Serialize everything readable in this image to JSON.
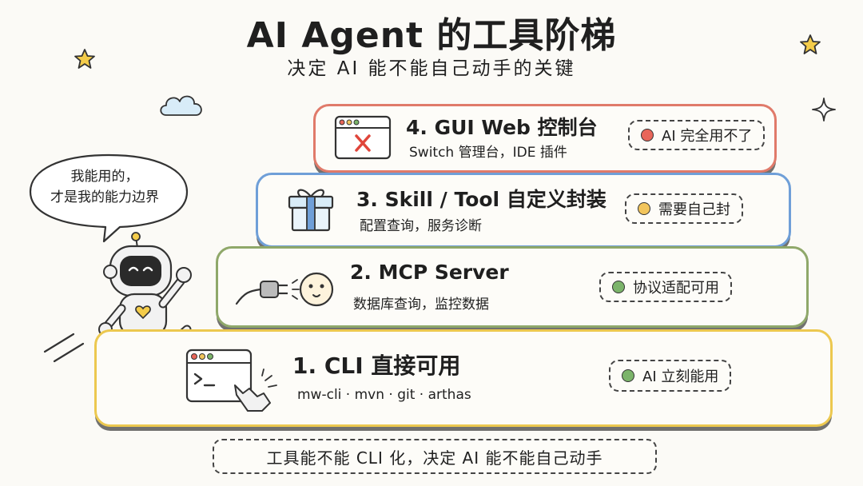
{
  "header": {
    "title": "AI Agent 的工具阶梯",
    "subtitle": "决定 AI 能不能自己动手的关键"
  },
  "bubble": {
    "line1": "我能用的，",
    "line2": "才是我的能力边界"
  },
  "steps": [
    {
      "title": "4. GUI Web 控制台",
      "desc": "Switch 管理台，IDE 插件",
      "badge": "AI 完全用不了",
      "color": "#e07a6a",
      "dot": "#e8665a",
      "icon": "browser-x-icon"
    },
    {
      "title": "3. Skill / Tool 自定义封装",
      "desc": "配置查询，服务诊断",
      "badge": "需要自己封",
      "color": "#6f9fd8",
      "dot": "#f2c55c",
      "icon": "gift-box-icon"
    },
    {
      "title": "2. MCP Server",
      "desc": "数据库查询，监控数据",
      "badge": "协议适配可用",
      "color": "#8fa86a",
      "dot": "#7bb46a",
      "icon": "plug-socket-icon"
    },
    {
      "title": "1. CLI 直接可用",
      "desc": "mw-cli · mvn · git · arthas",
      "badge": "AI 立刻能用",
      "color": "#ecc84f",
      "dot": "#7bb46a",
      "icon": "terminal-icon"
    }
  ],
  "footer": {
    "text": "工具能不能 CLI 化，决定 AI 能不能自己动手"
  }
}
